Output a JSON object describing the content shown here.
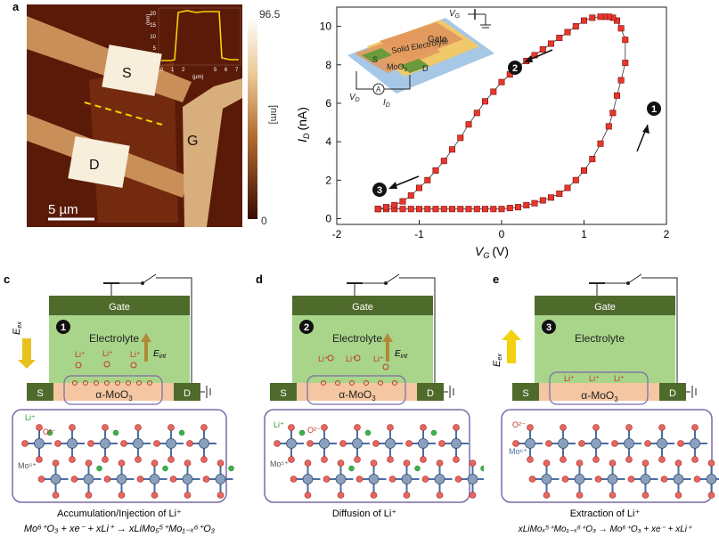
{
  "panels": {
    "a": {
      "letter": "a",
      "scalebar": "5 µm",
      "labels": {
        "S": "S",
        "D": "D",
        "G": "G"
      },
      "colorbar": {
        "max": "96.5",
        "min": "0",
        "unit": "[nm]"
      },
      "inset": {
        "ylabel": "(nm)",
        "xlabel": "(µm)",
        "yticks": [
          "0",
          "5",
          "10",
          "15",
          "20"
        ],
        "xticks": [
          "0",
          "1",
          "2",
          "3",
          "4",
          "5",
          "6",
          "7"
        ]
      }
    },
    "b": {
      "letter": "b",
      "inset_labels": {
        "vg": "V",
        "vg_sub": "G",
        "gate": "Gate",
        "solid_electrolyte": "Solid Electrolyte",
        "s": "S",
        "moo3": "MoO",
        "moo3_sub": "3",
        "d": "D",
        "vd": "V",
        "vd_sub": "D",
        "id": "I",
        "id_sub": "D",
        "ammeter": "A"
      },
      "markers": [
        "1",
        "2",
        "3"
      ]
    },
    "c": {
      "letter": "c",
      "gate": "Gate",
      "electrolyte": "Electrolyte",
      "s": "S",
      "d": "D",
      "channel": "α-MoO",
      "channel_sub": "3",
      "marker": "1",
      "e_ex": "E",
      "e_ex_sub": "ex",
      "e_int": "E",
      "e_int_sub": "int",
      "li_ion": "Li⁺",
      "o_ion": "O²⁻",
      "mo_ion": "Mo⁵⁺",
      "caption": "Accumulation/Injection of Li⁺",
      "equation": "Mo⁶⁺O₃ + xe⁻ + xLi⁺ → xLiMo₅⁵⁺Mo₁₋ₓ⁶⁺O₃"
    },
    "d": {
      "letter": "d",
      "gate": "Gate",
      "electrolyte": "Electrolyte",
      "s": "S",
      "d": "D",
      "channel": "α-MoO",
      "channel_sub": "3",
      "marker": "2",
      "e_int": "E",
      "e_int_sub": "int",
      "li_ion": "Li⁺",
      "o_ion": "O²⁻",
      "mo_ion": "Mo⁵⁺",
      "caption": "Diffusion of Li⁺"
    },
    "e": {
      "letter": "e",
      "gate": "Gate",
      "electrolyte": "Electrolyte",
      "s": "S",
      "d": "D",
      "channel": "α-MoO",
      "channel_sub": "3",
      "marker": "3",
      "e_ex": "E",
      "e_ex_sub": "ex",
      "li_ion": "Li⁺",
      "o_ion": "O²⁻",
      "mo_ion": "Mo⁶⁺",
      "caption": "Extraction of Li⁺",
      "equation": "xLiMoₓ⁵⁺Mo₁₋ₓ⁶⁺O₃ → Mo⁶⁺O₃ + xe⁻ + xLi⁺"
    }
  },
  "chart_data": {
    "type": "scatter",
    "xlabel": "V",
    "xlabel_sub": "G",
    "xlabel_unit": "(V)",
    "ylabel": "I",
    "ylabel_sub": "D",
    "ylabel_unit": "(nA)",
    "xlim": [
      -2,
      2
    ],
    "ylim": [
      -0.3,
      11
    ],
    "xticks": [
      "-2",
      "-1",
      "0",
      "1",
      "2"
    ],
    "yticks": [
      "0",
      "2",
      "4",
      "6",
      "8",
      "10"
    ],
    "series": [
      {
        "x": [
          -1.5,
          -1.4,
          -1.3,
          -1.2,
          -1.1,
          -1.0,
          -0.9,
          -0.8,
          -0.7,
          -0.6,
          -0.5,
          -0.4,
          -0.3,
          -0.2,
          -0.1,
          0.0,
          0.1,
          0.2,
          0.3,
          0.4,
          0.5,
          0.6,
          0.7,
          0.8,
          0.9,
          1.0,
          1.1,
          1.2,
          1.3,
          1.35,
          1.4,
          1.45,
          1.5,
          1.5,
          1.45,
          1.4,
          1.35,
          1.3,
          1.25,
          1.2,
          1.1,
          1.0,
          0.9,
          0.8,
          0.7,
          0.6,
          0.5,
          0.4,
          0.3,
          0.2,
          0.1,
          0.0,
          -0.1,
          -0.2,
          -0.3,
          -0.4,
          -0.5,
          -0.6,
          -0.7,
          -0.8,
          -0.9,
          -1.0,
          -1.1,
          -1.2,
          -1.3,
          -1.4,
          -1.5
        ],
        "y": [
          0.5,
          0.5,
          0.5,
          0.5,
          0.5,
          0.5,
          0.5,
          0.5,
          0.5,
          0.5,
          0.5,
          0.5,
          0.5,
          0.5,
          0.5,
          0.5,
          0.55,
          0.6,
          0.7,
          0.8,
          0.95,
          1.1,
          1.3,
          1.6,
          2.0,
          2.5,
          3.1,
          3.9,
          4.8,
          5.5,
          6.4,
          7.2,
          8.1,
          9.3,
          9.9,
          10.3,
          10.45,
          10.5,
          10.5,
          10.5,
          10.45,
          10.3,
          10.0,
          9.7,
          9.4,
          9.1,
          8.8,
          8.5,
          8.2,
          7.9,
          7.5,
          7.1,
          6.6,
          6.1,
          5.5,
          4.9,
          4.2,
          3.6,
          3.0,
          2.5,
          2.0,
          1.6,
          1.2,
          0.9,
          0.7,
          0.6,
          0.5
        ]
      }
    ]
  }
}
